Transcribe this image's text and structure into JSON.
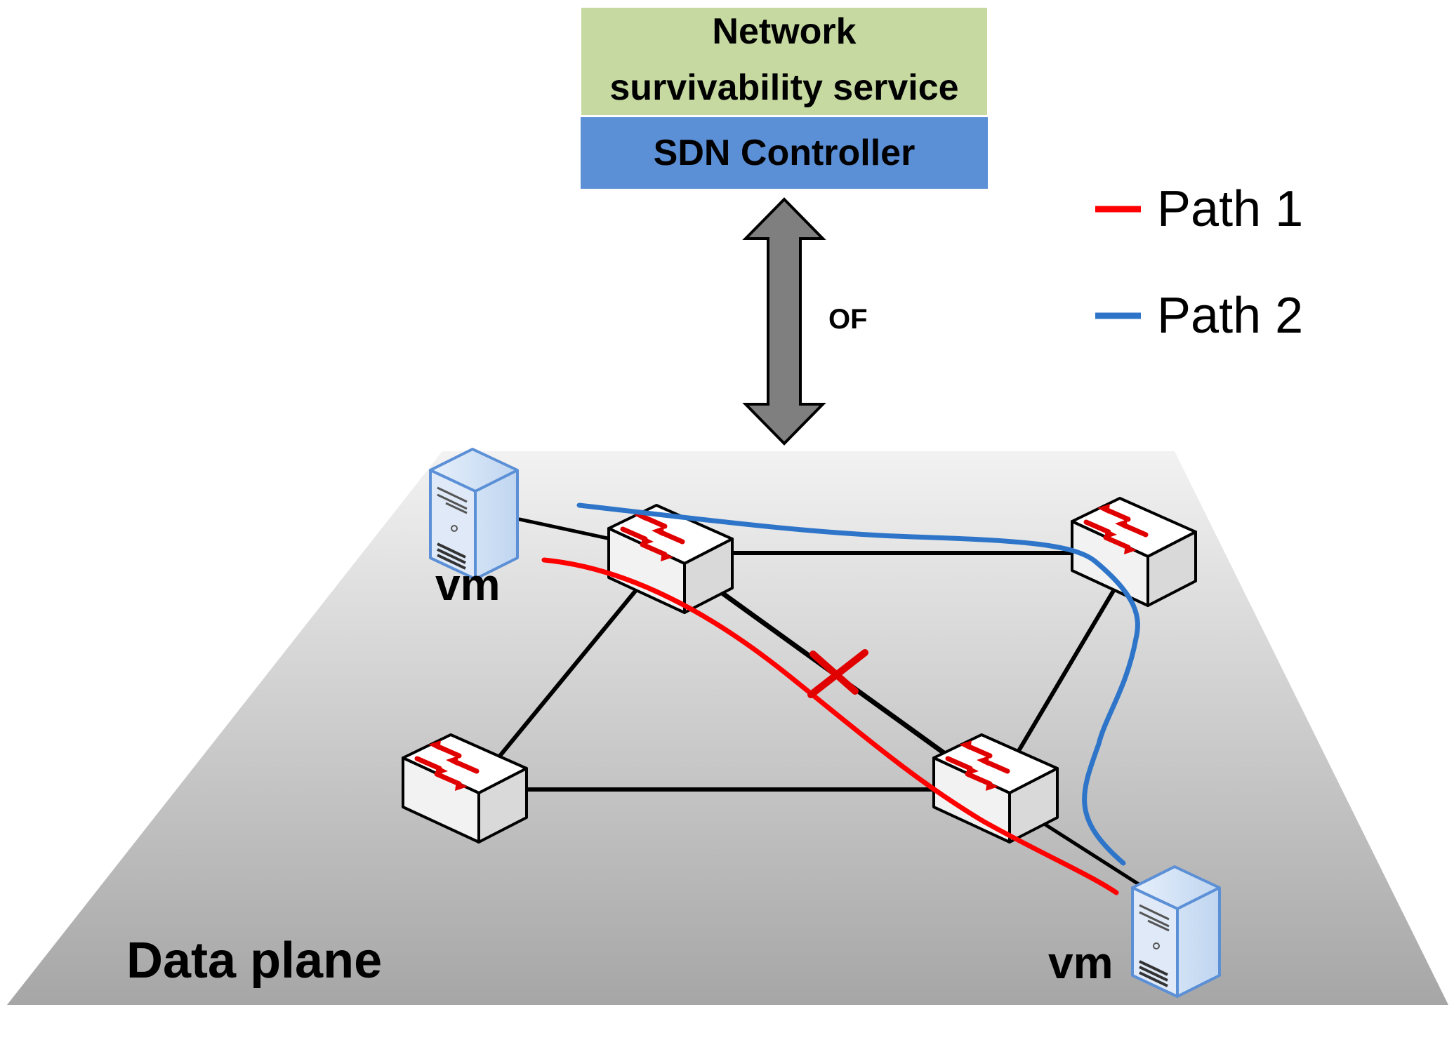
{
  "controller_stack": {
    "service_label_line1": "Network",
    "service_label_line2": "survivability service",
    "controller_label": "SDN Controller",
    "service_color": "#c5d9a1",
    "controller_color": "#5b8fd6"
  },
  "link": {
    "label": "OF",
    "arrow_color": "#7f7f7f"
  },
  "legend": {
    "items": [
      {
        "label": "Path 1",
        "color": "#ff0000"
      },
      {
        "label": "Path 2",
        "color": "#2e75c9"
      }
    ]
  },
  "data_plane": {
    "label": "Data plane",
    "hosts": [
      {
        "label": "vm"
      },
      {
        "label": "vm"
      }
    ],
    "failure_marker": "link failure (red X)"
  },
  "icons": [
    "server-icon",
    "switch-icon",
    "double-arrow-icon",
    "failure-x-icon"
  ]
}
